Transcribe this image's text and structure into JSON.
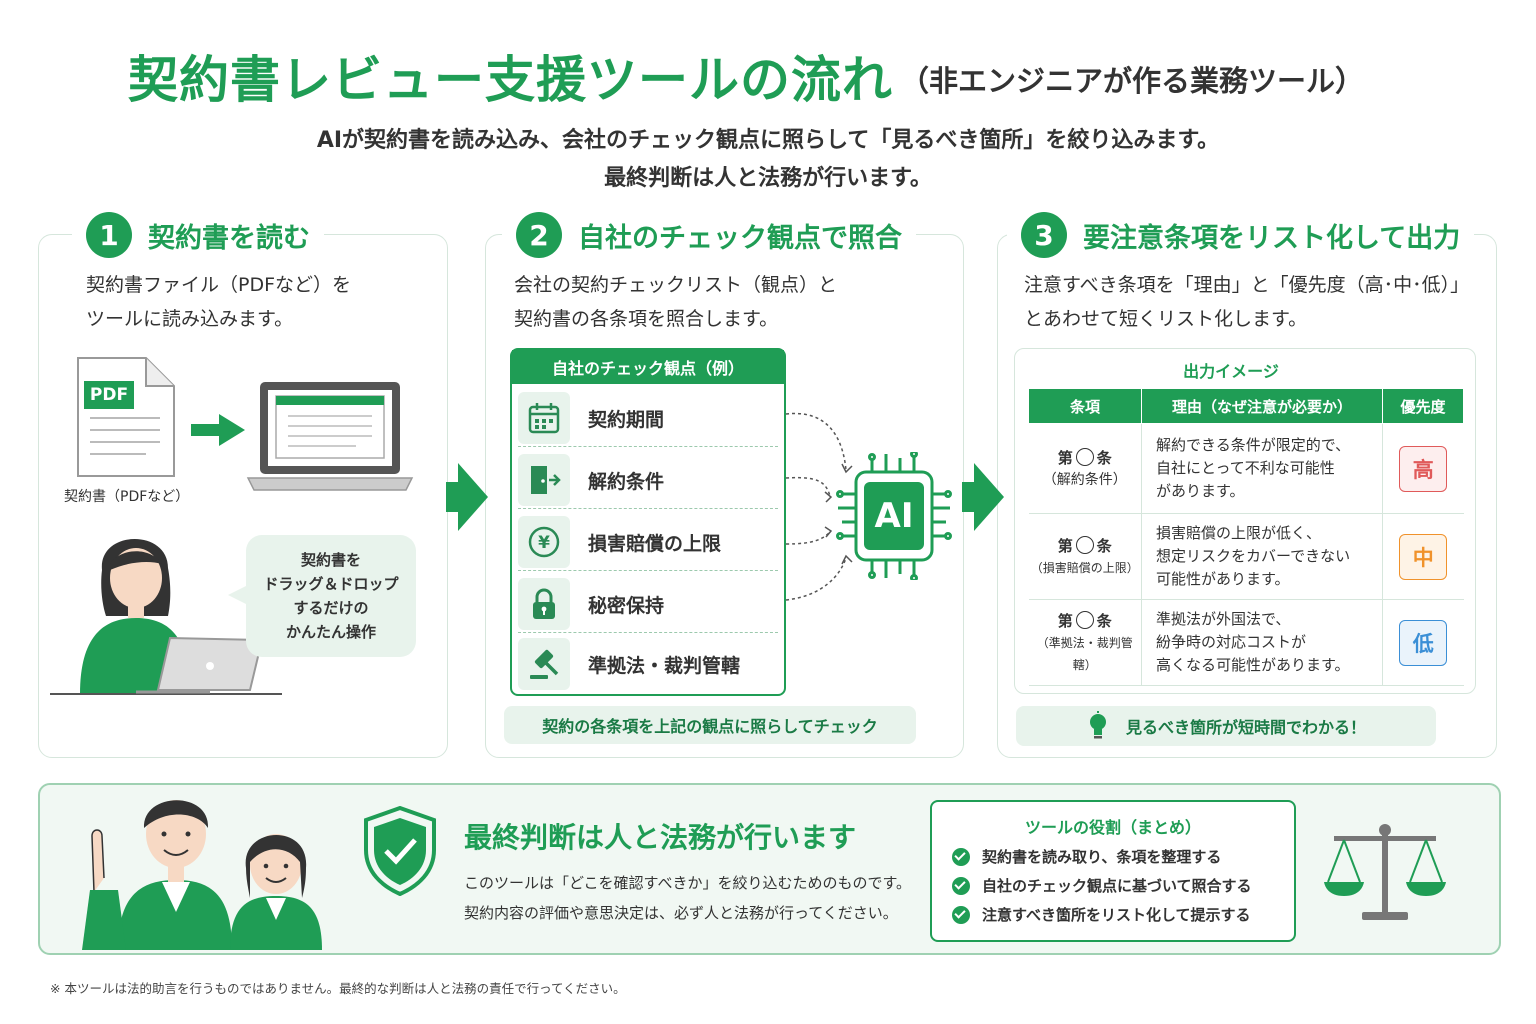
{
  "header": {
    "title": "契約書レビュー支援ツールの流れ",
    "subtitle": "（非エンジニアが作る業務ツール）",
    "lead_line1": "AIが契約書を読み込み、会社のチェック観点に照らして「見るべき箇所」を絞り込みます。",
    "lead_line2": "最終判断は人と法務が行います。"
  },
  "step1": {
    "number": "1",
    "title": "契約書を読む",
    "desc_line1": "契約書ファイル（PDFなど）を",
    "desc_line2": "ツールに読み込みます。",
    "pdf_badge": "PDF",
    "file_caption": "契約書（PDFなど）",
    "bubble_line1": "契約書を",
    "bubble_line2": "ドラッグ＆ドロップ",
    "bubble_line3": "するだけの",
    "bubble_line4": "かんたん操作"
  },
  "step2": {
    "number": "2",
    "title": "自社のチェック観点で照合",
    "desc_line1": "会社の契約チェックリスト（観点）と",
    "desc_line2": "契約書の各条項を照合します。",
    "checklist_title": "自社のチェック観点（例）",
    "items": [
      {
        "label": "契約期間",
        "icon": "calendar-icon"
      },
      {
        "label": "解約条件",
        "icon": "exit-door-icon"
      },
      {
        "label": "損害賠償の上限",
        "icon": "yen-icon"
      },
      {
        "label": "秘密保持",
        "icon": "lock-icon"
      },
      {
        "label": "準拠法・裁判管轄",
        "icon": "gavel-icon"
      }
    ],
    "ai_label": "AI",
    "footer": "契約の各条項を上記の観点に照らしてチェック"
  },
  "step3": {
    "number": "3",
    "title": "要注意条項をリスト化して出力",
    "desc_line1": "注意すべき条項を「理由」と「優先度（高･中･低）」",
    "desc_line2": "とあわせて短くリスト化します。",
    "output_title": "出力イメージ",
    "columns": [
      "条項",
      "理由（なぜ注意が必要か）",
      "優先度"
    ],
    "rows": [
      {
        "clause_prefix": "第",
        "clause_suffix": "条",
        "clause_name": "（解約条件）",
        "reason_line1": "解約できる条件が限定的で、",
        "reason_line2": "自社にとって不利な可能性",
        "reason_line3": "があります。",
        "priority": "高",
        "priority_color": "#e05a5a"
      },
      {
        "clause_prefix": "第",
        "clause_suffix": "条",
        "clause_name": "（損害賠償の上限）",
        "reason_line1": "損害賠償の上限が低く、",
        "reason_line2": "想定リスクをカバーできない",
        "reason_line3": "可能性があります。",
        "priority": "中",
        "priority_color": "#f0922b"
      },
      {
        "clause_prefix": "第",
        "clause_suffix": "条",
        "clause_name": "（準拠法・裁判管轄）",
        "reason_line1": "準拠法が外国法で、",
        "reason_line2": "紛争時の対応コストが",
        "reason_line3": "高くなる可能性があります。",
        "priority": "低",
        "priority_color": "#3b8fd6"
      }
    ],
    "footer": "見るべき箇所が短時間でわかる！"
  },
  "bottom": {
    "title": "最終判断は人と法務が行います",
    "line1": "このツールは「どこを確認すべきか」を絞り込むためのものです。",
    "line2": "契約内容の評価や意思決定は、必ず人と法務が行ってください。",
    "role_title": "ツールの役割（まとめ）",
    "roles": [
      "契約書を読み取り、条項を整理する",
      "自社のチェック観点に基づいて照合する",
      "注意すべき箇所をリスト化して提示する"
    ]
  },
  "footnote": "※ 本ツールは法的助言を行うものではありません。最終的な判断は人と法務の責任で行ってください。",
  "colors": {
    "brand_green": "#1f9d55",
    "light_green": "#e8f3ec"
  }
}
